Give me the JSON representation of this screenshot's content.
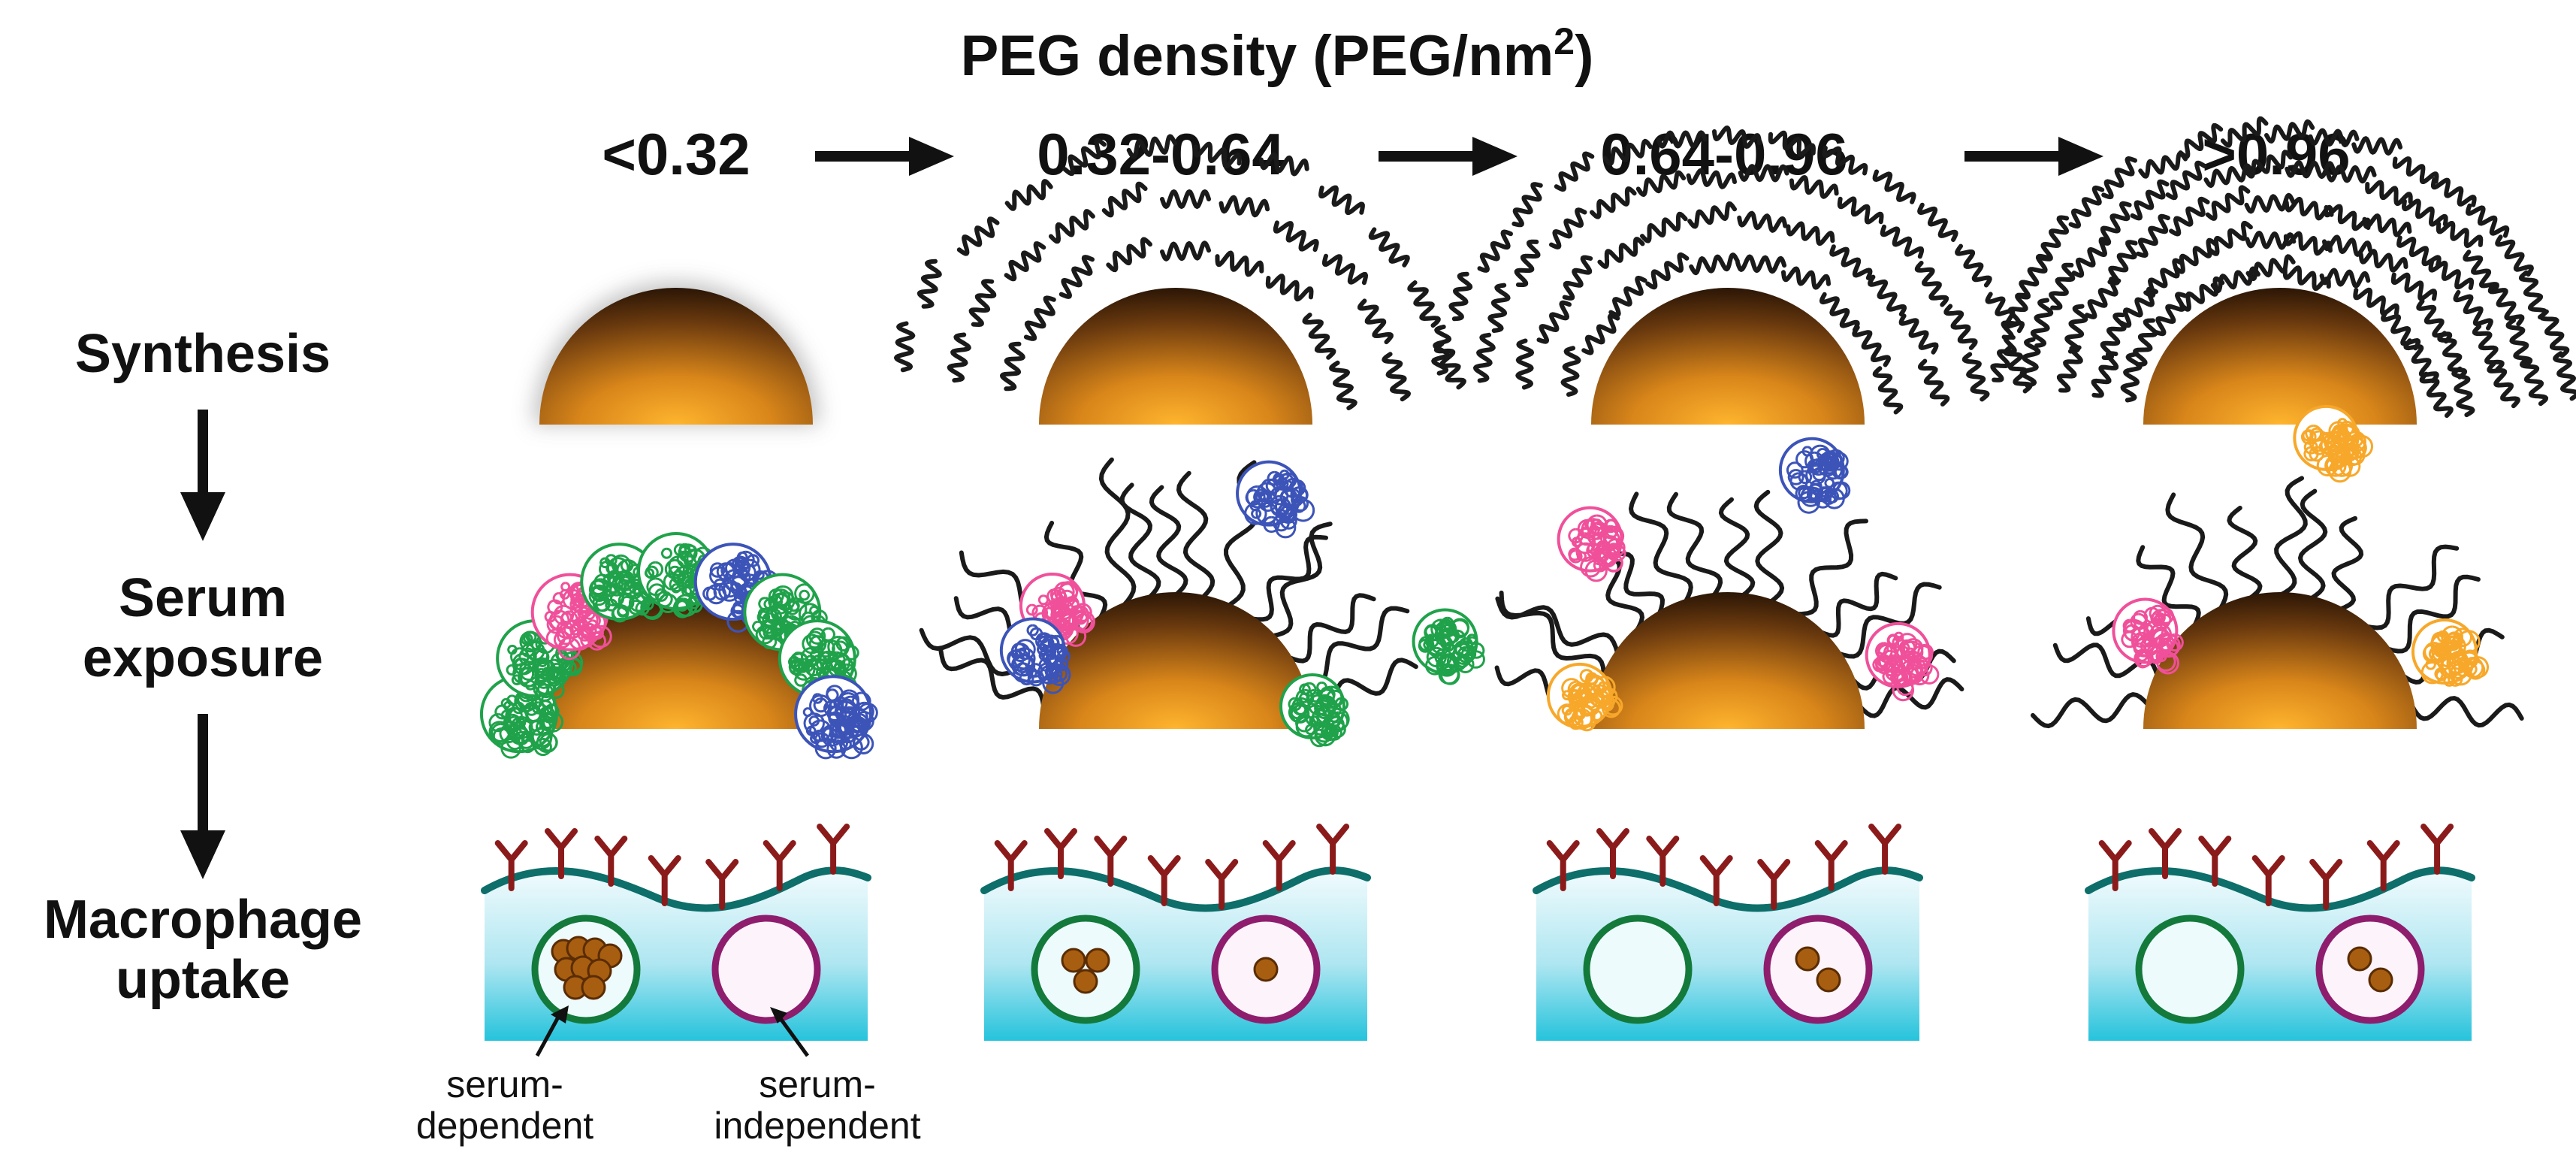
{
  "title": {
    "main": "PEG density (PEG/nm",
    "superscript": "2",
    "close": ")"
  },
  "densities": [
    "<0.32",
    "0.32-0.64",
    "0.64-0.96",
    ">0.96"
  ],
  "stages": {
    "synthesis": "Synthesis",
    "serum_line1": "Serum",
    "serum_line2": "exposure",
    "macro_line1": "Macrophage",
    "macro_line2": "uptake"
  },
  "callouts": {
    "serum_dependent_line1": "serum-",
    "serum_dependent_line2": "dependent",
    "serum_independent_line1": "serum-",
    "serum_independent_line2": "independent"
  },
  "uptake_counts": {
    "serum_dependent": [
      9,
      3,
      0,
      0
    ],
    "serum_independent": [
      0,
      1,
      2,
      2
    ]
  },
  "colors": {
    "core_center": "#f6a51f",
    "core_edge": "#2b1606",
    "protein_green": "#1fa24a",
    "protein_pink": "#f0509a",
    "protein_blue": "#3c54b8",
    "protein_orange": "#f7a82a",
    "membrane": "#0d6e6a",
    "receptor": "#8b1b1b",
    "cell_fill_top": "#eaf8fb",
    "cell_fill_bottom": "#29c6de",
    "vesicle_dependent": "#137a3b",
    "vesicle_independent": "#8e1d6e",
    "particle": "#a85e10"
  }
}
